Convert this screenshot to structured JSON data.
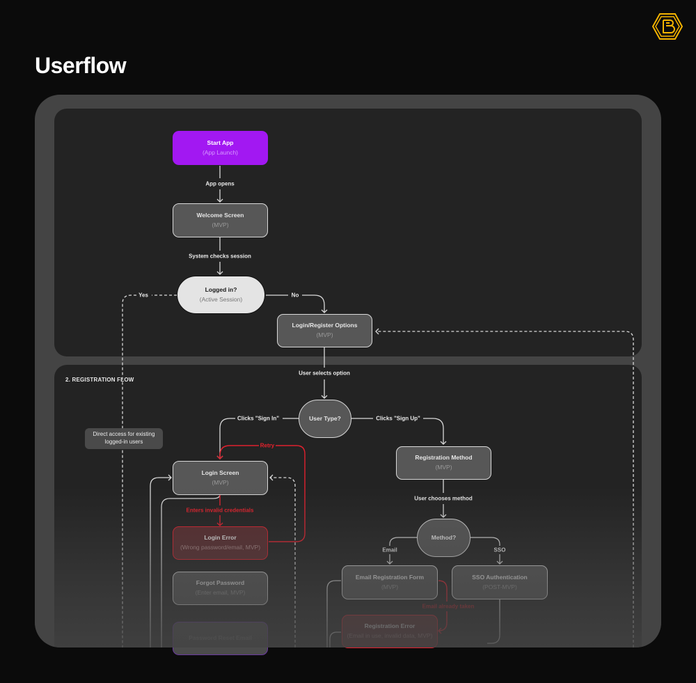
{
  "header": {
    "title": "Userflow",
    "logo_icon": "hexagon-b-logo-icon",
    "logo_color": "#f5b400"
  },
  "sections": [
    {
      "id": "registration",
      "label": "2. REGISTRATION FLOW"
    }
  ],
  "colors": {
    "start_node": "#a218f2",
    "error": "#e0212e",
    "node_fill": "#575757",
    "decision_active": "#e4e4e4"
  },
  "nodes": {
    "start_app": {
      "title": "Start App",
      "subtitle": "(App Launch)"
    },
    "welcome_screen": {
      "title": "Welcome Screen",
      "subtitle": "(MVP)"
    },
    "logged_in": {
      "title": "Logged in?",
      "subtitle": "(Active Session)"
    },
    "login_register": {
      "title": "Login/Register Options",
      "subtitle": "(MVP)"
    },
    "user_type": {
      "title": "User Type?"
    },
    "login_screen": {
      "title": "Login Screen",
      "subtitle": "(MVP)"
    },
    "login_error": {
      "title": "Login Error",
      "subtitle": "(Wrong password/email, MVP)"
    },
    "forgot_password": {
      "title": "Forgot Password",
      "subtitle": "(Enter email, MVP)"
    },
    "password_reset_email": {
      "title": "Password Reset Email"
    },
    "registration_method": {
      "title": "Registration Method",
      "subtitle": "(MVP)"
    },
    "method": {
      "title": "Method?"
    },
    "email_registration_form": {
      "title": "Email Registration Form",
      "subtitle": "(MVP)"
    },
    "sso_authentication": {
      "title": "SSO Authentication",
      "subtitle": "(POST-MVP)"
    },
    "registration_error": {
      "title": "Registration Error",
      "subtitle": "(Email in use, invalid data, MVP)"
    }
  },
  "edges": {
    "app_opens": "App opens",
    "system_checks_session": "System checks session",
    "yes": "Yes",
    "no": "No",
    "user_selects_option": "User selects option",
    "clicks_sign_in": "Clicks \"Sign In\"",
    "clicks_sign_up": "Clicks \"Sign Up\"",
    "retry": "Retry",
    "enters_invalid_credentials": "Enters invalid credentials",
    "user_chooses_method": "User chooses method",
    "email": "Email",
    "sso": "SSO",
    "email_already_taken": "Email already taken"
  },
  "notes": {
    "direct_access": "Direct access for existing logged-in users"
  }
}
